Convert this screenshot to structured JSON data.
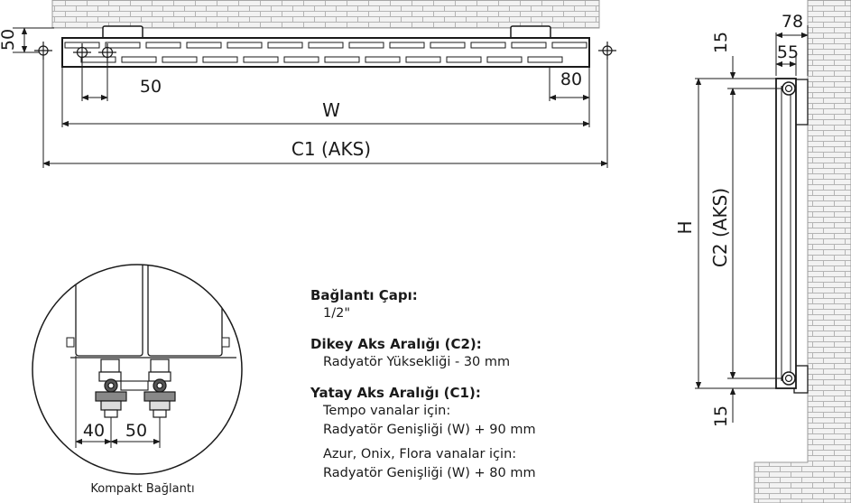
{
  "top_view": {
    "dim_50_vertical": "50",
    "dim_50_bottom": "50",
    "dim_80": "80",
    "dim_w": "W",
    "dim_c1": "C1 (AKS)"
  },
  "side_view": {
    "dim_78": "78",
    "dim_55": "55",
    "dim_15_top": "15",
    "dim_15_bottom": "15",
    "dim_h": "H",
    "dim_c2": "C2 (AKS)"
  },
  "detail": {
    "dim_40": "40",
    "dim_50": "50",
    "caption": "Kompakt Bağlantı"
  },
  "specs": {
    "connection_title": "Bağlantı Çapı:",
    "connection_value": "1/2\"",
    "vertical_title": "Dikey Aks Aralığı (C2):",
    "vertical_value": "Radyatör Yüksekliği - 30 mm",
    "horizontal_title": "Yatay Aks Aralığı (C1):",
    "tempo_label": "Tempo vanalar için:",
    "tempo_value": "Radyatör Genişliği (W) + 90 mm",
    "other_label": "Azur, Onix, Flora vanalar için:",
    "other_value": "Radyatör Genişliği (W) + 80 mm"
  }
}
